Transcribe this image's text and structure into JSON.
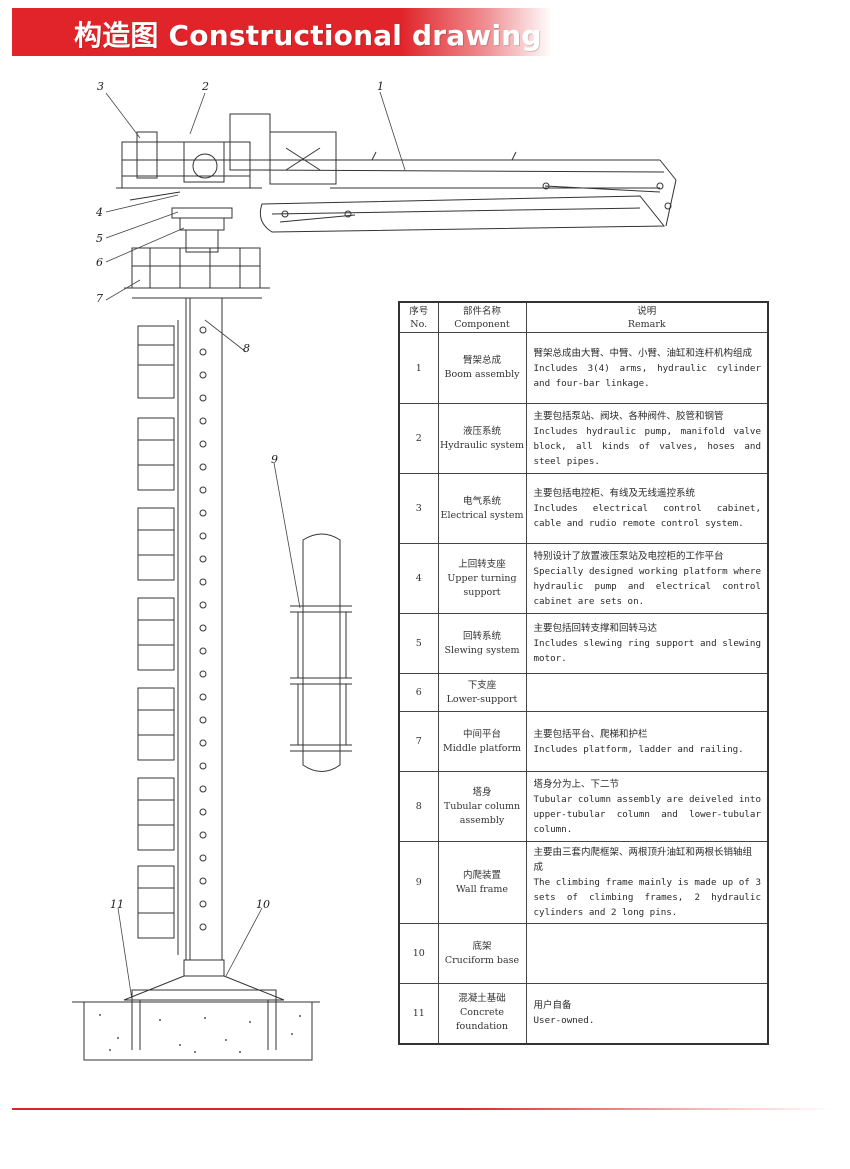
{
  "header": {
    "title": "构造图 Constructional drawing"
  },
  "callouts": [
    "1",
    "2",
    "3",
    "4",
    "5",
    "6",
    "7",
    "8",
    "9",
    "10",
    "11"
  ],
  "table": {
    "headers": {
      "no_zh": "序号",
      "no_en": "No.",
      "component_zh": "部件名称",
      "component_en": "Component",
      "remark_zh": "说明",
      "remark_en": "Remark"
    },
    "rows": [
      {
        "no": "1",
        "comp_zh": "臂架总成",
        "comp_en": "Boom assembly",
        "rem_zh": "臂架总成由大臂、中臂、小臂、油缸和连杆机构组成",
        "rem_en": "Includes 3(4) arms, hydraulic cylinder and four-bar linkage."
      },
      {
        "no": "2",
        "comp_zh": "液压系统",
        "comp_en": "Hydraulic system",
        "rem_zh": "主要包括泵站、阀块、各种阀件、胶管和钢管",
        "rem_en": "Includes hydraulic pump, manifold valve block, all kinds of valves, hoses and steel pipes."
      },
      {
        "no": "3",
        "comp_zh": "电气系统",
        "comp_en": "Electrical system",
        "rem_zh": "主要包括电控柜、有线及无线遥控系统",
        "rem_en": "Includes electrical control cabinet, cable and rudio remote control system."
      },
      {
        "no": "4",
        "comp_zh": "上回转支座",
        "comp_en": "Upper turning support",
        "rem_zh": "特别设计了放置液压泵站及电控柜的工作平台",
        "rem_en": "Specially designed working platform where hydraulic pump and electrical control cabinet are sets on."
      },
      {
        "no": "5",
        "comp_zh": "回转系统",
        "comp_en": "Slewing system",
        "rem_zh": "主要包括回转支撑和回转马达",
        "rem_en": "Includes slewing ring support and slewing motor."
      },
      {
        "no": "6",
        "comp_zh": "下支座",
        "comp_en": "Lower-support",
        "rem_zh": "",
        "rem_en": ""
      },
      {
        "no": "7",
        "comp_zh": "中间平台",
        "comp_en": "Middle platform",
        "rem_zh": "主要包括平台、爬梯和护栏",
        "rem_en": "Includes platform, ladder and railing."
      },
      {
        "no": "8",
        "comp_zh": "塔身",
        "comp_en": "Tubular column assembly",
        "rem_zh": "塔身分为上、下二节",
        "rem_en": "Tubular column assembly are deiveled into upper-tubular column and lower-tubular column."
      },
      {
        "no": "9",
        "comp_zh": "内爬装置",
        "comp_en": "Wall frame",
        "rem_zh": "主要由三套内爬框架、两根顶升油缸和两根长销轴组成",
        "rem_en": "The climbing frame mainly is made up of 3 sets of climbing frames, 2 hydraulic cylinders and 2 long pins."
      },
      {
        "no": "10",
        "comp_zh": "底架",
        "comp_en": "Cruciform base",
        "rem_zh": "",
        "rem_en": ""
      },
      {
        "no": "11",
        "comp_zh": "混凝土基础",
        "comp_en": "Concrete foundation",
        "rem_zh": "用户自备",
        "rem_en": "User-owned."
      }
    ]
  }
}
